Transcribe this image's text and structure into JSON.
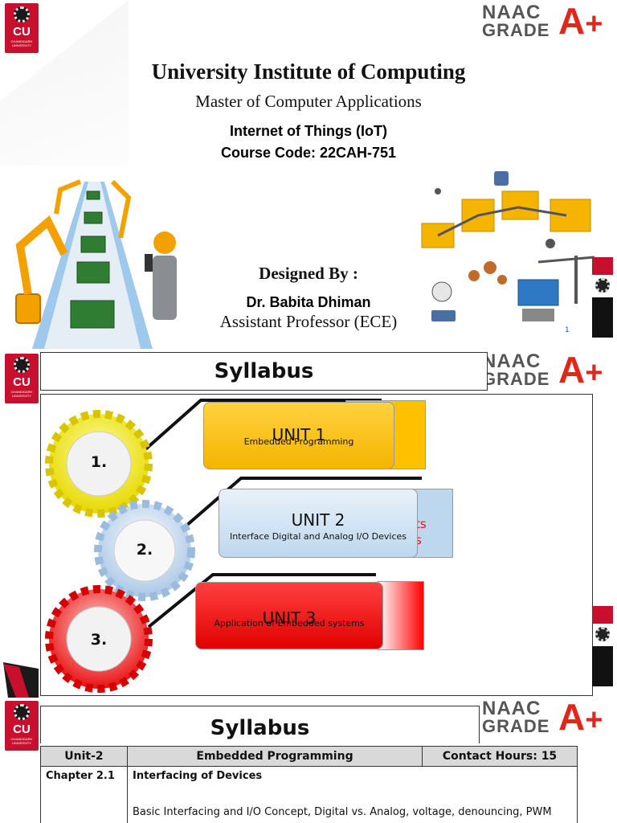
{
  "slide1": {
    "institute": "University Institute of Computing",
    "program": "Master of Computer Applications",
    "course_name": "Internet of Things (IoT)",
    "course_code": "Course Code: 22CAH-751",
    "designed_by": "Designed By :",
    "author": "Dr. Babita Dhiman",
    "role": "Assistant Professor (ECE)",
    "page_number": "1"
  },
  "logo": {
    "cu_text": "CU",
    "cu_sub": "CHANDIGARH UNIVERSITY"
  },
  "naac": {
    "line1": "NAAC",
    "line2": "GRADE",
    "grade": "A",
    "plus": "+"
  },
  "slide2": {
    "title": "Syllabus",
    "units": [
      {
        "number": "1.",
        "label": "UNIT 1",
        "desc": "Embedded Programming",
        "color": "#ffc000"
      },
      {
        "number": "2.",
        "label": "UNIT 2",
        "desc": "Interface Digital and Analog I/O Devices",
        "color": "#bdd7ee"
      },
      {
        "number": "3.",
        "label": "UNIT 3",
        "desc": "Application of Embedded systems",
        "color": "#ff0000"
      }
    ],
    "behind_unit2_text": [
      "ts",
      "s"
    ]
  },
  "slide3": {
    "title": "Syllabus",
    "table": {
      "headers": [
        "Unit-2",
        "Embedded Programming",
        "Contact Hours: 15"
      ],
      "rows": [
        {
          "chapter": "Chapter 2.1",
          "topic": "Interfacing of Devices",
          "content": "Basic Interfacing and I/O Concept, Digital vs. Analog, voltage, denouncing, PWM"
        }
      ]
    }
  },
  "colors": {
    "cu_red": "#c8102e",
    "naac_red": "#e1261c",
    "naac_gray": "#555555"
  }
}
